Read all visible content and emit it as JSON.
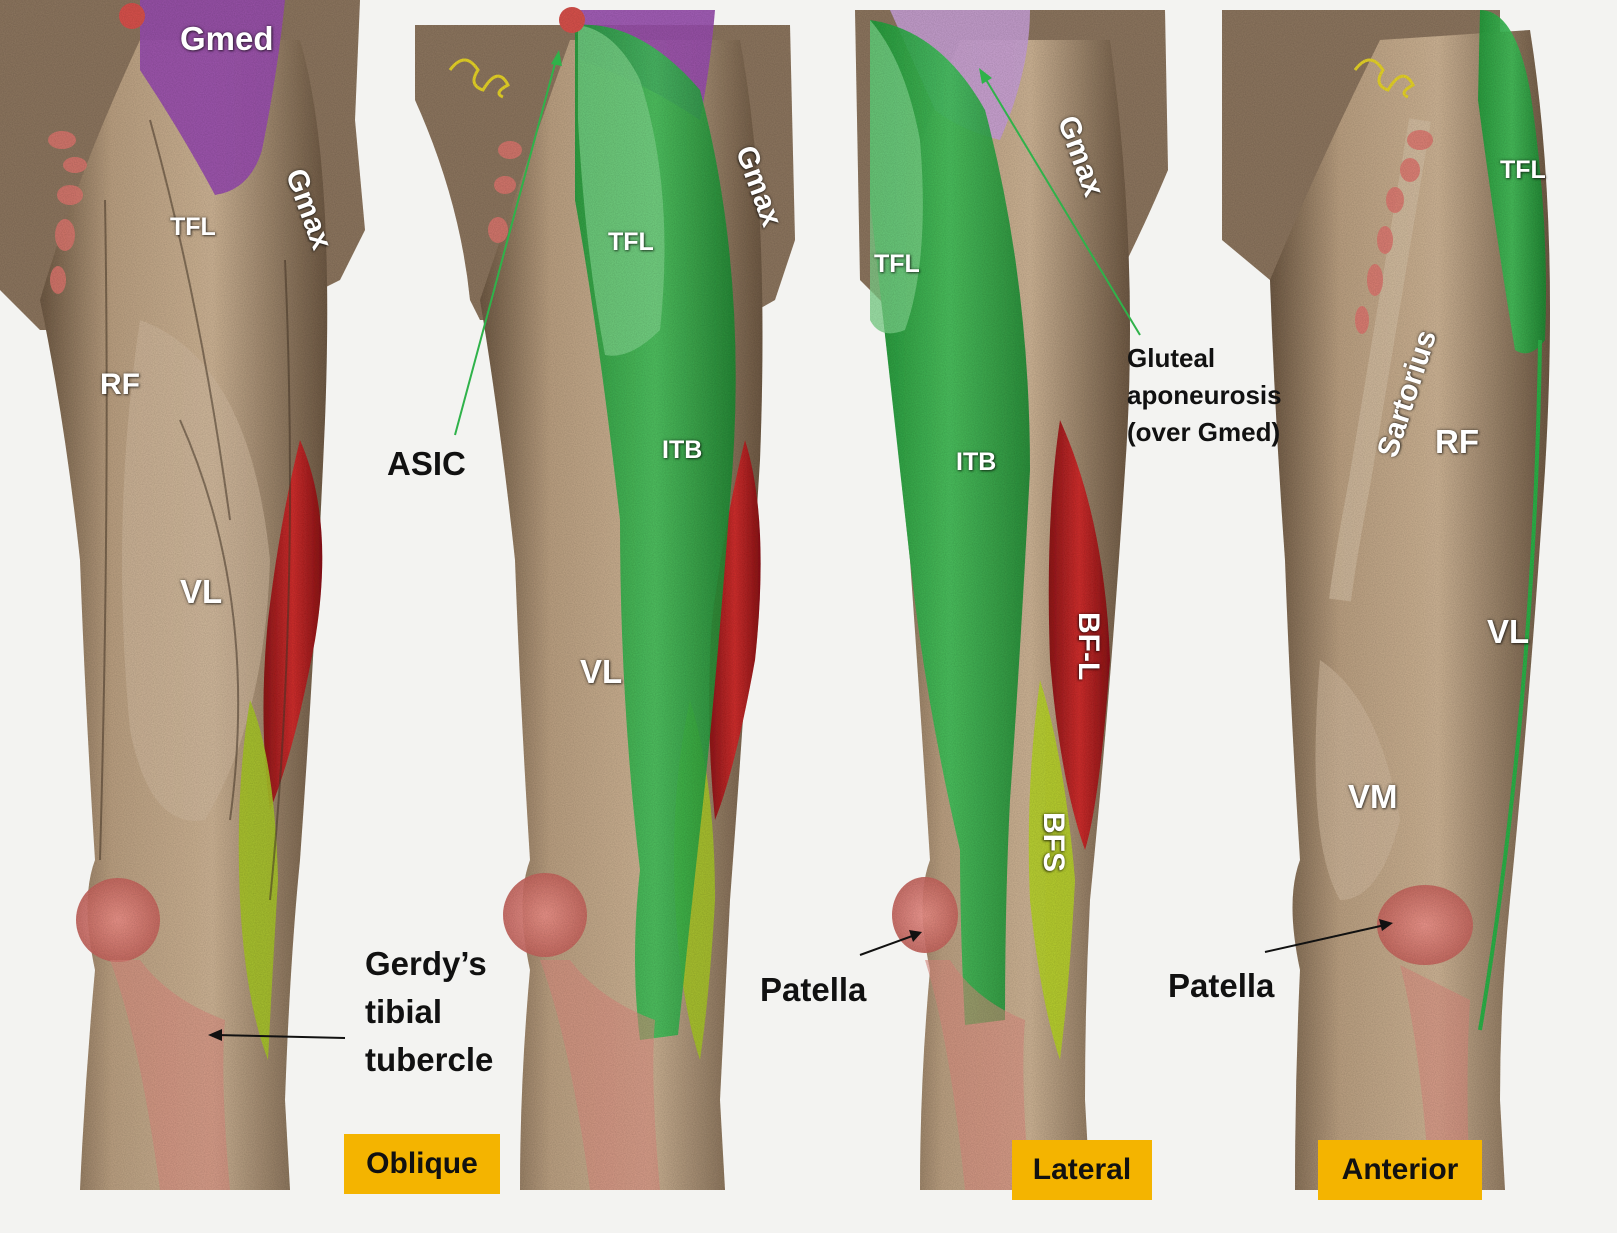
{
  "panels": [
    {
      "view_label": "Oblique",
      "muscle_labels": {
        "gmed": "Gmed",
        "gmax": "Gmax",
        "tfl": "TFL",
        "rf": "RF",
        "vl": "VL"
      },
      "callouts": {
        "tubercle": [
          "Gerdy’s",
          "tibial",
          "tubercle"
        ]
      }
    },
    {
      "view_label": "",
      "muscle_labels": {
        "tfl": "TFL",
        "gmax": "Gmax",
        "itb": "ITB",
        "vl": "VL"
      },
      "callouts": {
        "asic": "ASIC"
      }
    },
    {
      "view_label": "Lateral",
      "muscle_labels": {
        "tfl": "TFL",
        "gmax": "Gmax",
        "itb": "ITB",
        "bfl": "BF-L",
        "bfs": "BFS"
      },
      "callouts": {
        "patella": "Patella",
        "aponeurosis": [
          "Gluteal",
          "aponeurosis",
          "(over Gmed)"
        ]
      }
    },
    {
      "view_label": "Anterior",
      "muscle_labels": {
        "tfl": "TFL",
        "sartorius": "Sartorius",
        "rf": "RF",
        "vl": "VL",
        "vm": "VM"
      },
      "callouts": {
        "patella": "Patella"
      }
    }
  ],
  "colors": {
    "background": "#f3f3f1",
    "skin": "#c9ad8e",
    "skin_dark": "#7a6651",
    "itb_green": "#2fb24a",
    "gmed_purple": "#9a4fb0",
    "bf_red": "#c0282b",
    "bfs_yellow": "#b8d42a",
    "bone_pink": "#e07870",
    "view_tag": "#f4b400"
  }
}
